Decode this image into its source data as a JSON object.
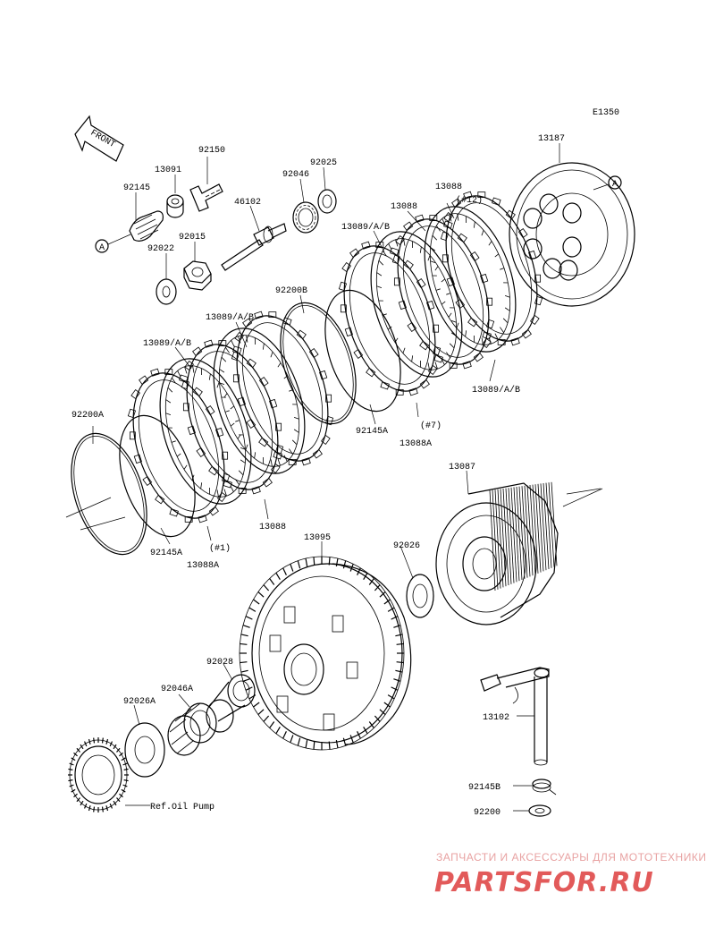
{
  "diagram_code": "E1350",
  "front_label": "FRONT",
  "ref_note": "Ref.Oil Pump",
  "callout_letter": "A",
  "labels": {
    "p92150": "92150",
    "p13091": "13091",
    "p92145": "92145",
    "p92022": "92022",
    "p92015": "92015",
    "p46102": "46102",
    "p92046": "92046",
    "p92025": "92025",
    "p13187": "13187",
    "p13088_top": "13088",
    "p12": "(#12)",
    "p13088_b": "13088",
    "p13089ab_1": "13089/A/B",
    "p92200b": "92200B",
    "p13089ab_2": "13089/A/B",
    "p13089ab_3": "13089/A/B",
    "p13089ab_4": "13089/A/B",
    "p92200a": "92200A",
    "p92145a_1": "92145A",
    "p7": "(#7)",
    "p13088a_1": "13088A",
    "p13088_c": "13088",
    "p92145a_2": "92145A",
    "p1": "(#1)",
    "p13088a_2": "13088A",
    "p13087": "13087",
    "p13095": "13095",
    "p92026": "92026",
    "p92028": "92028",
    "p92046a": "92046A",
    "p92026a": "92026A",
    "p13102": "13102",
    "p92145b": "92145B",
    "p92200": "92200"
  },
  "watermark": {
    "line1": "ЗАПЧАСТИ И АКСЕССУАРЫ ДЛЯ МОТОТЕХНИКИ",
    "logo": "PARTSFOR.RU"
  }
}
